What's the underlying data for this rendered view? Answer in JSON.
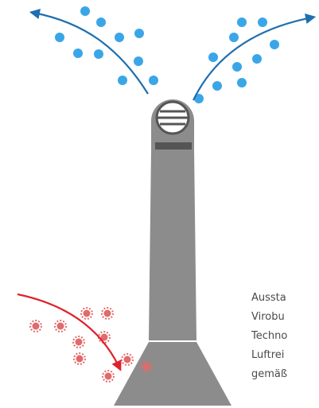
{
  "colors": {
    "background": "#ffffff",
    "device_body": "#8c8c8c",
    "device_dark": "#555555",
    "clean_air_dot": "#3aa6e8",
    "clean_air_arrow": "#1f6fb0",
    "virus": "#e26a6a",
    "virus_arrow": "#e0202a",
    "caption_text": "#4a4a4a"
  },
  "icons": {
    "clean_particle": "dot-icon",
    "contaminated_particle": "virus-icon",
    "outflow": "curved-arrow-icon",
    "inflow": "curved-arrow-icon"
  },
  "caption": {
    "lines": [
      "Aussta",
      "Virobu",
      "Techno",
      "Luftrei",
      "gemäß"
    ]
  }
}
